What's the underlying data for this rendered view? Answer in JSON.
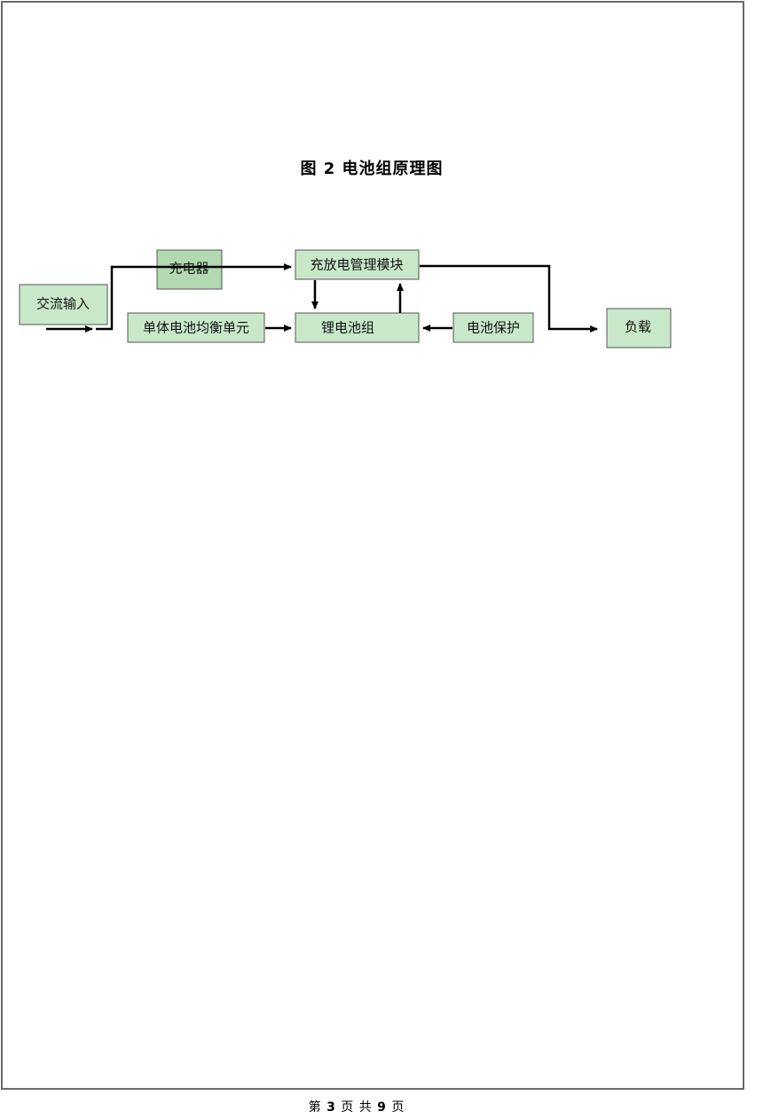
{
  "figure": {
    "caption": "图 2   电池组原理图"
  },
  "diagram": {
    "nodes": {
      "ac_input": "交流输入",
      "charger": "充电器",
      "charge_discharge_module": "充放电管理模块",
      "cell_balancing_unit": "单体电池均衡单元",
      "lithium_battery_pack": "锂电池组",
      "battery_protection": "电池保护",
      "load": "负载"
    }
  },
  "footer": {
    "prefix": "第",
    "current_page": "3",
    "middle": "页 共",
    "total_pages": "9",
    "suffix": "页"
  }
}
